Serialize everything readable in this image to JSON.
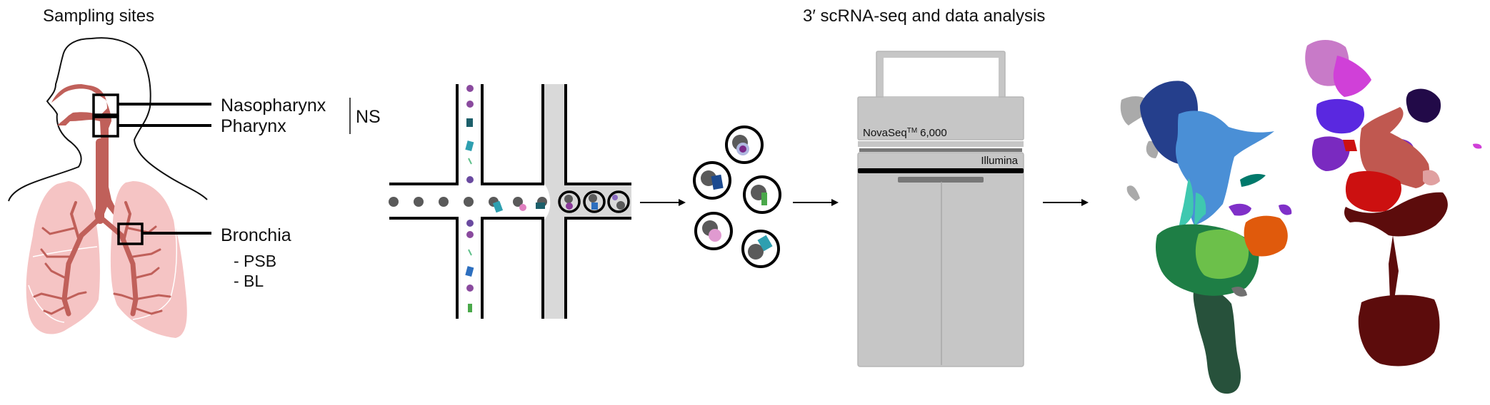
{
  "panels": {
    "sampling": {
      "title": "Sampling sites",
      "sites": [
        {
          "label": "Nasopharynx"
        },
        {
          "label": "Pharynx"
        },
        {
          "label": "Bronchia"
        }
      ],
      "group_label": "NS",
      "bronchia_subtypes": [
        "- PSB",
        "- BL"
      ]
    },
    "sequencing": {
      "title": "3′ scRNA-seq and data analysis",
      "instrument_name": "NovaSeq",
      "instrument_tm": "TM",
      "instrument_model": "6,000",
      "instrument_brand": "Illumina"
    }
  },
  "colors": {
    "tissue": "#c0605a",
    "lung": "#f5c4c4",
    "bead": "#5a5a5a",
    "channel_fill": "#d9d9d9",
    "sequencer": "#c6c6c6",
    "sequencer_dark": "#777777"
  },
  "clusters_left": [
    {
      "name": "dark-blue",
      "color": "#253f8c"
    },
    {
      "name": "light-blue",
      "color": "#4a8fd6"
    },
    {
      "name": "teal",
      "color": "#3fc8b0"
    },
    {
      "name": "green",
      "color": "#1e7e45"
    },
    {
      "name": "light-green",
      "color": "#6cc04a"
    },
    {
      "name": "orange",
      "color": "#e05a0c"
    },
    {
      "name": "purple",
      "color": "#8030c8"
    },
    {
      "name": "dark-green",
      "color": "#27513b"
    },
    {
      "name": "grey",
      "color": "#aaaaaa"
    }
  ],
  "clusters_right": [
    {
      "name": "mauve",
      "color": "#c87ac8"
    },
    {
      "name": "magenta",
      "color": "#d040d8"
    },
    {
      "name": "blue-violet",
      "color": "#5a28e0"
    },
    {
      "name": "dark-navy",
      "color": "#220a48"
    },
    {
      "name": "violet",
      "color": "#7a2ac0"
    },
    {
      "name": "salmon",
      "color": "#c05850"
    },
    {
      "name": "red",
      "color": "#cc1010"
    },
    {
      "name": "pink",
      "color": "#e0a0a0"
    },
    {
      "name": "maroon",
      "color": "#5c0c0c"
    }
  ]
}
